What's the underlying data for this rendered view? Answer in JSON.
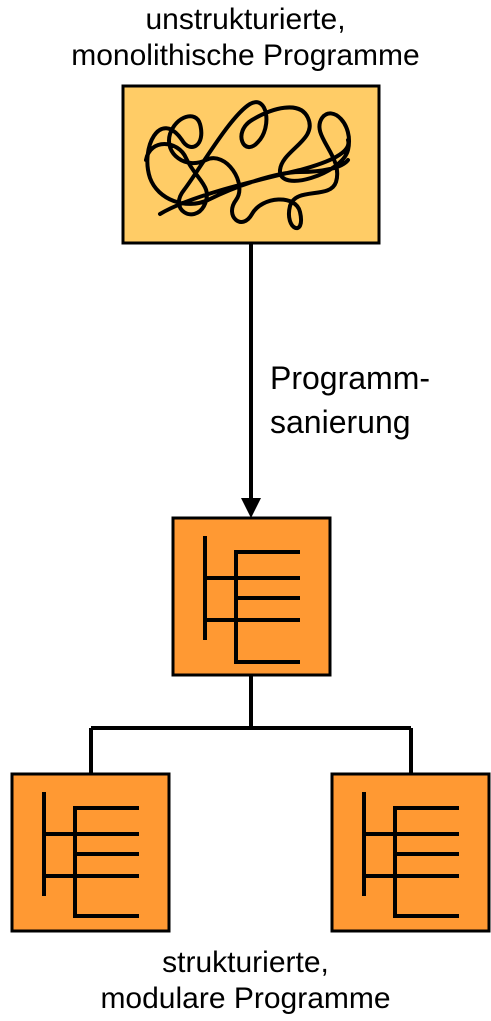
{
  "top_label": {
    "line1": "unstrukturierte,",
    "line2": "monolithische Programme"
  },
  "arrow_label": {
    "line1": "Programm-",
    "line2": "sanierung"
  },
  "bottom_label": {
    "line1": "strukturierte,",
    "line2": "modulare Programme"
  },
  "colors": {
    "monolithic_box_fill": "#FFCC66",
    "module_box_fill": "#FF9933",
    "stroke": "#000000"
  }
}
